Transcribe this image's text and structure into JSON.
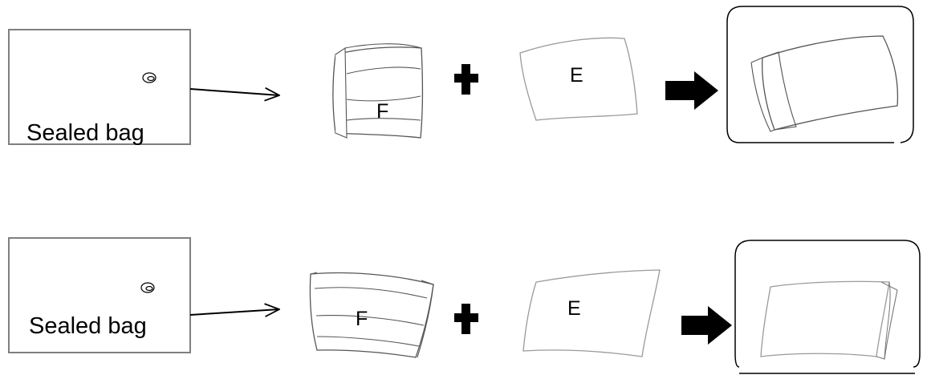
{
  "rows": [
    {
      "bag_label": "Sealed bag",
      "piece_f_label": "F",
      "piece_e_label": "E"
    },
    {
      "bag_label": "Sealed bag",
      "piece_f_label": "F",
      "piece_e_label": "E"
    }
  ],
  "colors": {
    "ink": "#000000",
    "bag_border": "#7f7f7f",
    "sketch_dark": "#555555",
    "sketch_light": "#9a9a9a"
  },
  "icons": {
    "seal": "seal-icon",
    "plus": "plus-icon",
    "combine_arrow": "block-arrow-icon",
    "connector": "line-arrow-icon"
  }
}
